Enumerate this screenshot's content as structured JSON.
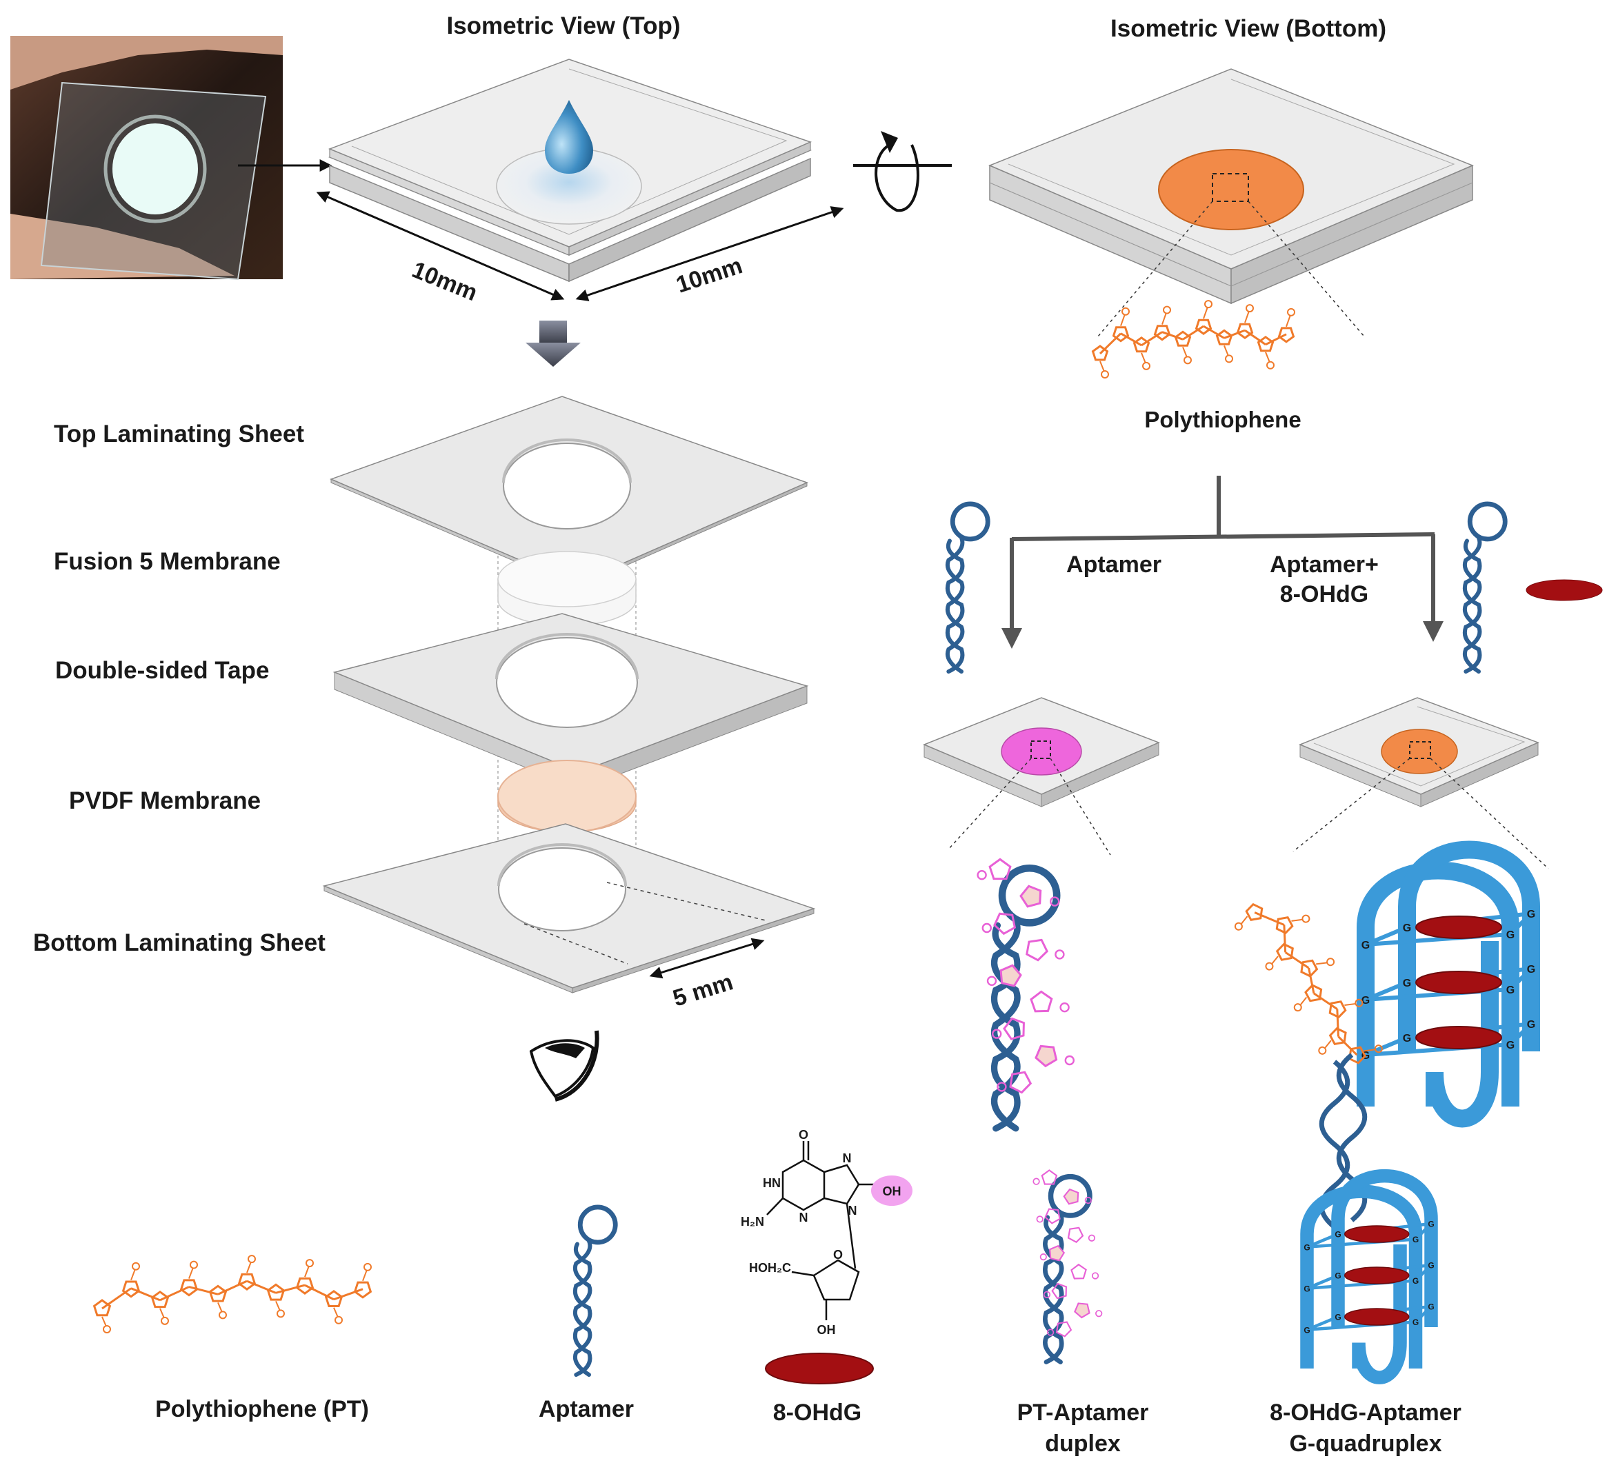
{
  "titles": {
    "top_view": "Isometric View (Top)",
    "bottom_view": "Isometric View (Bottom)"
  },
  "dimensions": {
    "width": "10mm",
    "depth": "10mm",
    "channel": "5 mm"
  },
  "layers": {
    "top_sheet": "Top Laminating Sheet",
    "fusion": "Fusion 5 Membrane",
    "tape": "Double-sided Tape",
    "pvdf": "PVDF Membrane",
    "bottom_sheet": "Bottom Laminating Sheet"
  },
  "pathway": {
    "polymer": "Polythiophene",
    "left_branch": "Aptamer",
    "right_branch_line1": "Aptamer+",
    "right_branch_line2": "8-OHdG"
  },
  "legend": {
    "pt": "Polythiophene (PT)",
    "aptamer": "Aptamer",
    "target": "8-OHdG",
    "duplex_line1": "PT-Aptamer",
    "duplex_line2": "duplex",
    "quad_line1": "8-OHdG-Aptamer",
    "quad_line2": "G-quadruplex"
  },
  "chem_labels": {
    "o": "O",
    "hn": "HN",
    "n1": "N",
    "n2": "N",
    "n3": "N",
    "oh_group": "OH",
    "h2n": "H₂N",
    "hoh2c": "HOH₂C",
    "ring_o": "O",
    "oh_bottom": "OH"
  },
  "quad_base": "G",
  "colors": {
    "polythiophene": "#f07a2a",
    "aptamer": "#2d5f92",
    "target": "#a30f12",
    "pink": "#e860d6",
    "quadruplex": "#3b9ad9",
    "sheet": "#e6e6e6",
    "pvdf": "#f6d8c4"
  }
}
